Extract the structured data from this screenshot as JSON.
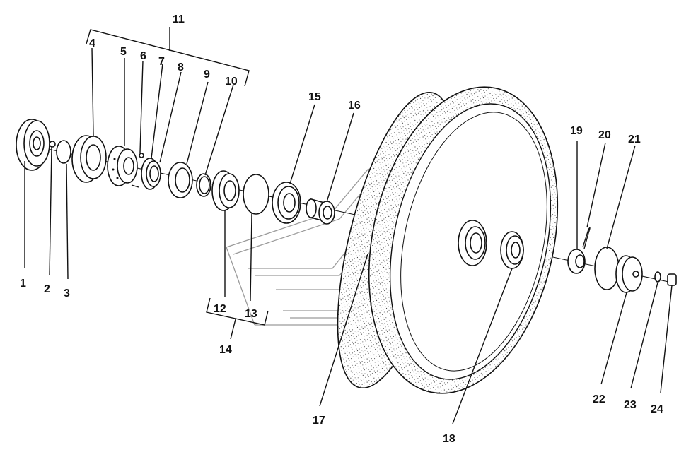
{
  "diagram": {
    "labels": [
      "1",
      "2",
      "3",
      "4",
      "5",
      "6",
      "7",
      "8",
      "9",
      "10",
      "11",
      "12",
      "13",
      "14",
      "15",
      "16",
      "17",
      "18",
      "19",
      "20",
      "21",
      "22",
      "23",
      "24"
    ],
    "accent_color": "#111111",
    "watermark_color": "#9a9a9a"
  }
}
